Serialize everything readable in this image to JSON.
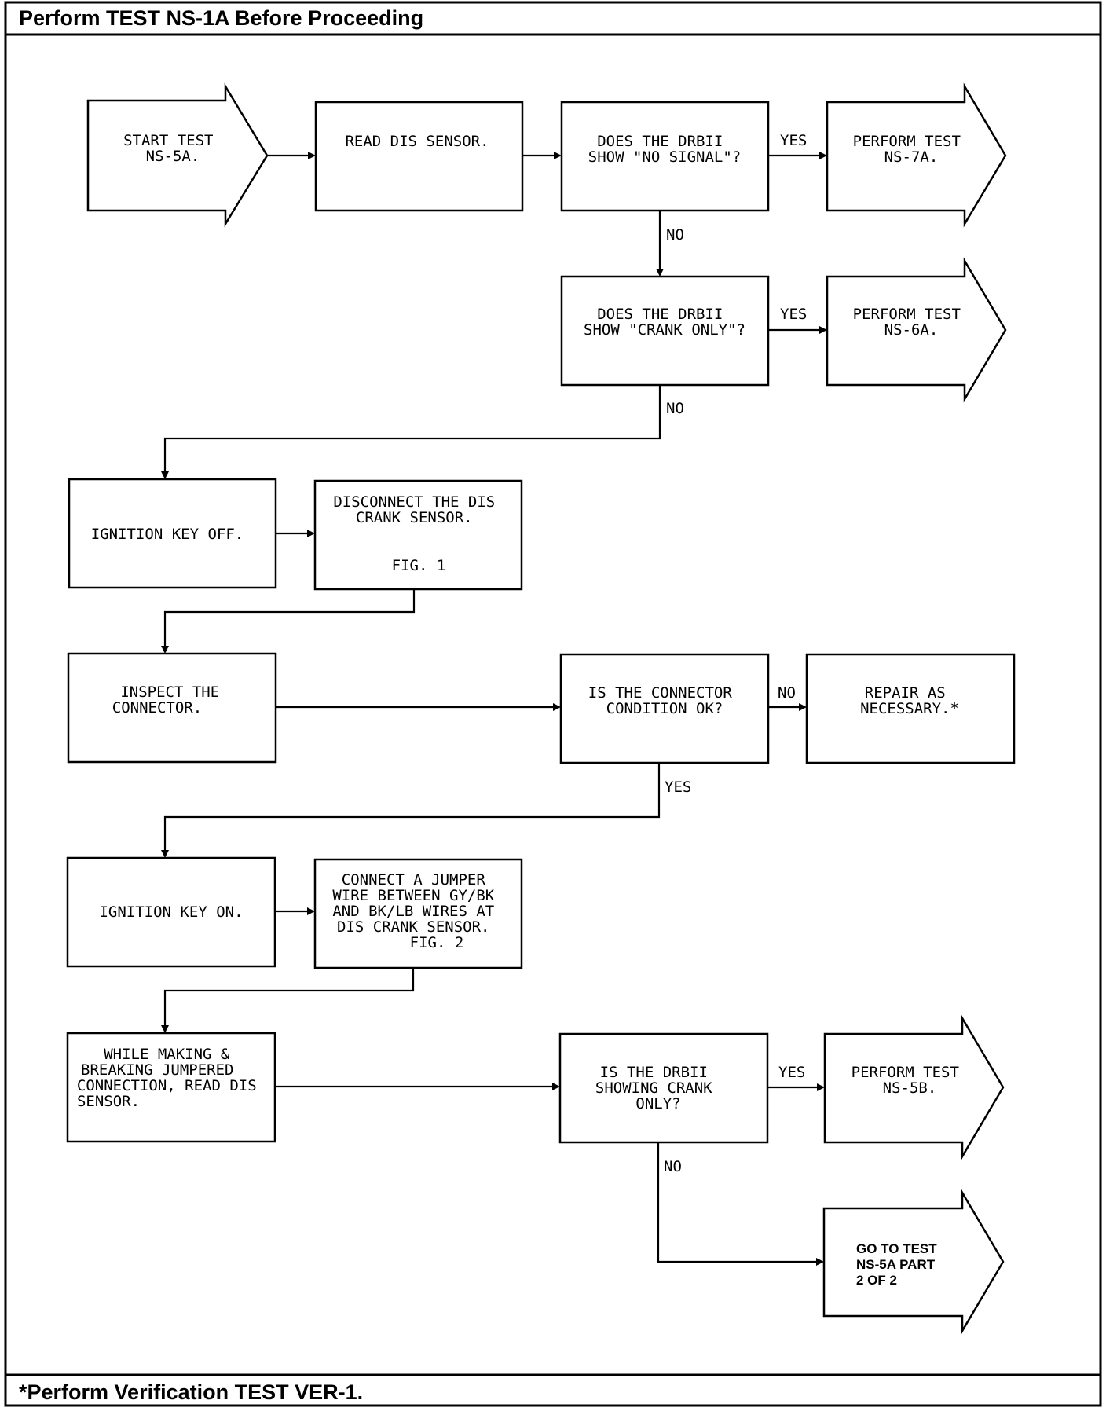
{
  "header": {
    "title": "Perform TEST NS-1A Before Proceeding"
  },
  "footer": {
    "note": "*Perform Verification TEST VER-1."
  },
  "labels": {
    "yes": "YES",
    "no": "NO"
  },
  "steps": {
    "start": [
      "START TEST",
      "NS-5A."
    ],
    "read_dis": [
      "READ DIS SENSOR."
    ],
    "no_signal": [
      "DOES THE DRBII",
      "SHOW \"NO SIGNAL\"?"
    ],
    "perform_7a": [
      "PERFORM TEST",
      "NS-7A."
    ],
    "crank_only": [
      "DOES THE DRBII",
      "SHOW \"CRANK ONLY\"?"
    ],
    "perform_6a": [
      "PERFORM TEST",
      "NS-6A."
    ],
    "key_off": [
      "IGNITION KEY OFF."
    ],
    "disconnect": [
      "DISCONNECT THE DIS",
      "CRANK SENSOR."
    ],
    "disconnect_fig": "FIG. 1",
    "inspect": [
      "INSPECT THE",
      "CONNECTOR."
    ],
    "connector_ok": [
      "IS THE CONNECTOR",
      "CONDITION OK?"
    ],
    "repair": [
      "REPAIR AS",
      "NECESSARY.*"
    ],
    "key_on": [
      "IGNITION KEY ON."
    ],
    "jumper": [
      "CONNECT A JUMPER",
      "WIRE BETWEEN GY/BK",
      "AND BK/LB WIRES AT",
      "DIS CRANK SENSOR.",
      "FIG. 2"
    ],
    "making": [
      "WHILE MAKING &",
      "BREAKING JUMPERED",
      "CONNECTION, READ DIS",
      "SENSOR."
    ],
    "showing_crank": [
      "IS THE DRBII",
      "SHOWING CRANK",
      "ONLY?"
    ],
    "perform_5b": [
      "PERFORM TEST",
      "NS-5B."
    ],
    "goto_part2": [
      "GO TO TEST",
      "NS-5A PART",
      "2 OF 2"
    ]
  }
}
